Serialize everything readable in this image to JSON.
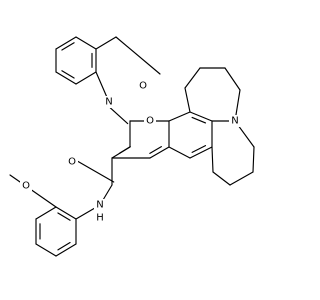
{
  "molecule": {
    "atom_labels": {
      "o_methoxy_top": "O",
      "n_imine": "N",
      "o_ring": "O",
      "n_julolidine": "N",
      "o_amide": "O",
      "n_amide": "N",
      "h_amide": "H",
      "o_methoxy_bottom": "O"
    }
  },
  "colors": {
    "bond": "#000000",
    "label": "#000000",
    "background": "#ffffff"
  }
}
